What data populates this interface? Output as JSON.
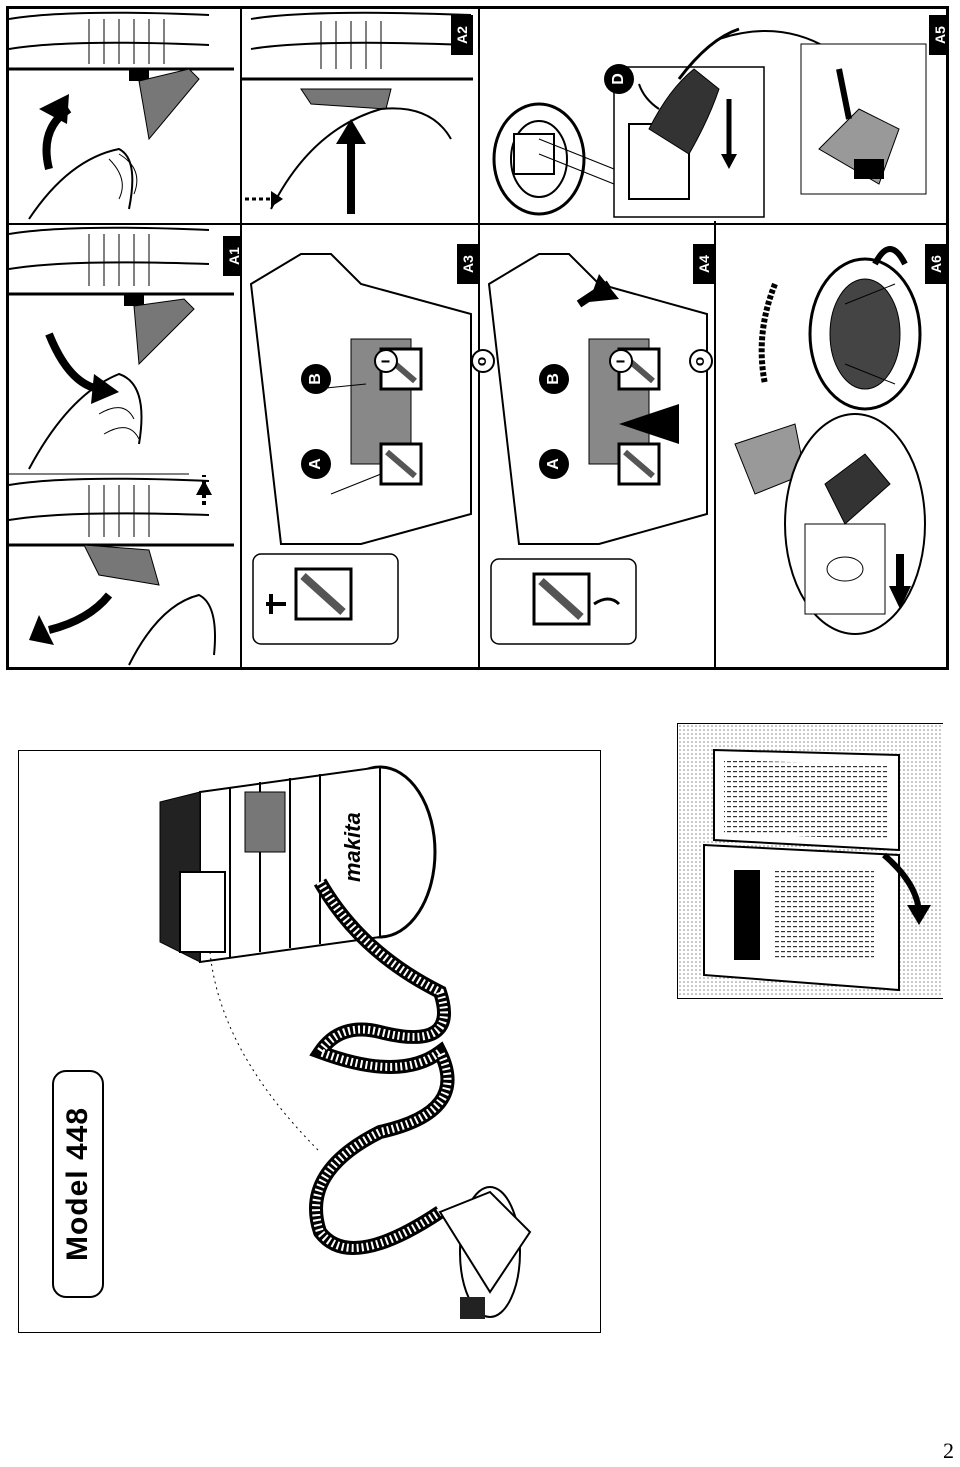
{
  "panels": {
    "a1": "A1",
    "a2": "A2",
    "a3": "A3",
    "a4": "A4",
    "a5": "A5",
    "a6": "A6"
  },
  "callouts": {
    "a3_left": "A",
    "a3_right": "B",
    "a4_left": "A",
    "a4_right": "B",
    "a5_socket": "D"
  },
  "switch_symbols": {
    "on": "I",
    "off": "O"
  },
  "model": {
    "title": "Model 448",
    "brand": "makita"
  },
  "page_number": "2"
}
